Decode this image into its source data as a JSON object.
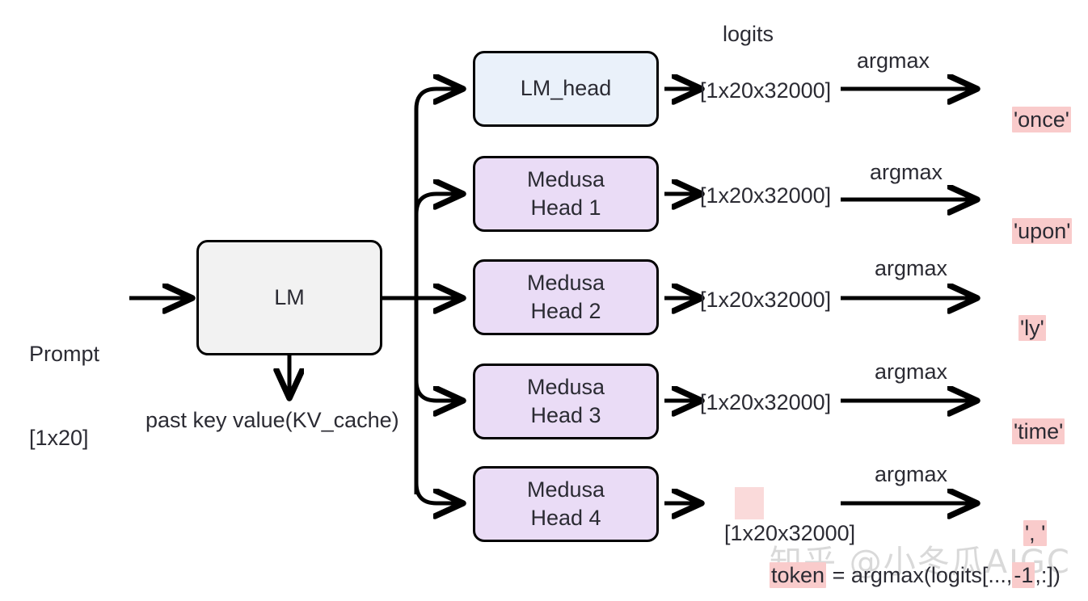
{
  "diagram": {
    "title": "Medusa multi-head decoding diagram",
    "input": {
      "label_line1": "Prompt",
      "label_line2": "[1x20]"
    },
    "backbone": {
      "label": "LM",
      "kv_label": "past key value(KV_cache)"
    },
    "logits_header": "logits",
    "argmax_label": "argmax",
    "rows": [
      {
        "head": "LM_head",
        "head_line2": "",
        "kind": "lmhead",
        "logits_shape": "[1x20x32000]",
        "token": "'once'",
        "logits_highlight": false
      },
      {
        "head": "Medusa",
        "head_line2": "Head 1",
        "kind": "medusa",
        "logits_shape": "[1x20x32000]",
        "token": "'upon'",
        "logits_highlight": false
      },
      {
        "head": "Medusa",
        "head_line2": "Head 2",
        "kind": "medusa",
        "logits_shape": "[1x20x32000]",
        "token": "'ly'",
        "logits_highlight": false
      },
      {
        "head": "Medusa",
        "head_line2": "Head 3",
        "kind": "medusa",
        "logits_shape": "[1x20x32000]",
        "token": "'time'",
        "logits_highlight": false
      },
      {
        "head": "Medusa",
        "head_line2": "Head 4",
        "kind": "medusa",
        "logits_shape": "[1x20x32000]",
        "token": "', '",
        "logits_highlight": true
      }
    ],
    "caption": {
      "pre": "",
      "hl1": "token",
      "mid": " = argmax(logits[...,",
      "hl2": "-1",
      "post": ",:])"
    },
    "watermark": "知乎 @小冬瓜AIGC"
  },
  "colors": {
    "stroke": "#000000",
    "lm_fill": "#f2f2f2",
    "lmhead_fill": "#eaf1fa",
    "medusa_fill": "#eadcf6",
    "token_highlight": "#f9cbcb",
    "text": "#2b2b33",
    "watermark": "#d9d9d9",
    "background": "#ffffff"
  }
}
